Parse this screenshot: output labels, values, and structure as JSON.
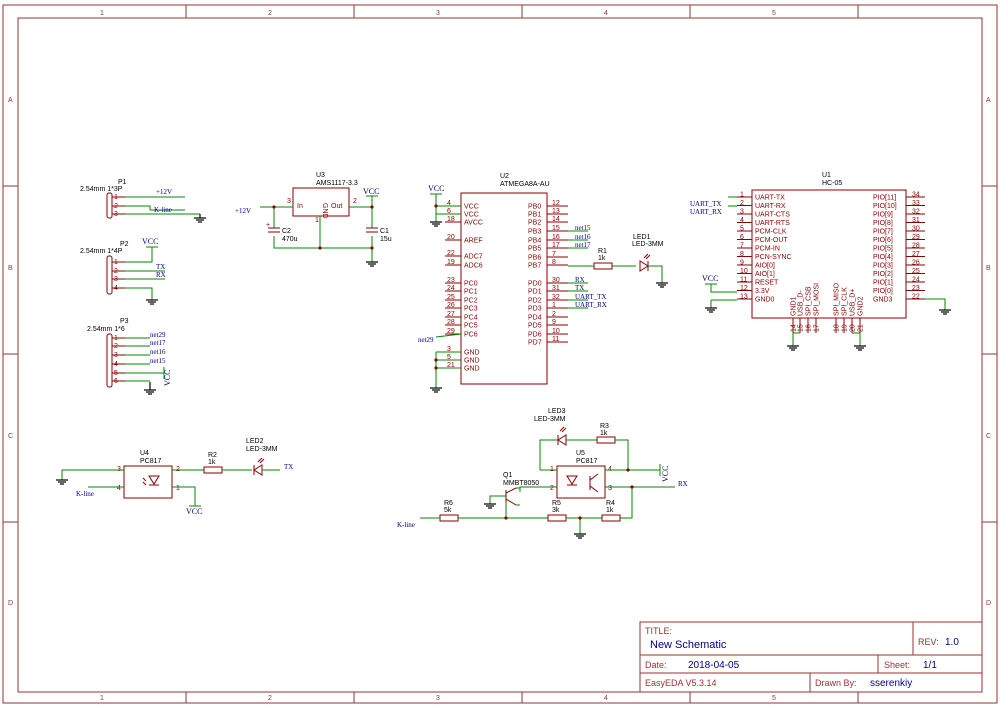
{
  "frame": {
    "columns": [
      "1",
      "2",
      "3",
      "4",
      "5"
    ],
    "rows": [
      "A",
      "B",
      "C",
      "D"
    ]
  },
  "title_block": {
    "title_label": "TITLE:",
    "title_value": "New Schematic",
    "rev_label": "REV:",
    "rev_value": "1.0",
    "date_label": "Date:",
    "date_value": "2018-04-05",
    "sheet_label": "Sheet:",
    "sheet_value": "1/1",
    "tool": "EasyEDA V5.3.14",
    "drawn_label": "Drawn By:",
    "drawn_value": "sserenkiy"
  },
  "colors": {
    "frame": "#993333",
    "wire": "#008800",
    "part": "#880000",
    "net": "#000080"
  },
  "p1": {
    "ref": "P1",
    "value": "2.54mm 1*3P",
    "pins": [
      "1",
      "2",
      "3"
    ],
    "nets": [
      "+12V",
      "K-line"
    ]
  },
  "p2": {
    "ref": "P2",
    "value": "2.54mm 1*4P",
    "pins": [
      "1",
      "2",
      "3",
      "4"
    ],
    "vcc": "VCC",
    "nets": [
      "TX",
      "RX"
    ]
  },
  "p3": {
    "ref": "P3",
    "value": "2.54mm 1*6",
    "pins": [
      "1",
      "2",
      "3",
      "4",
      "5",
      "6"
    ],
    "nets": [
      "net29",
      "net17",
      "net16",
      "net15"
    ],
    "vcc": "VCC"
  },
  "u3": {
    "ref": "U3",
    "value": "AMS1117-3.3",
    "in": "In",
    "gnd": "GND",
    "out": "Out",
    "pin_in": "3",
    "pin_gnd": "1",
    "pin_out": "2",
    "net_in": "+12V",
    "vcc": "VCC"
  },
  "c2": {
    "ref": "C2",
    "value": "470u",
    "plus": "+"
  },
  "c1": {
    "ref": "C1",
    "value": "15u"
  },
  "u2": {
    "ref": "U2",
    "value": "ATMEGA8A-AU",
    "vcc": "VCC",
    "net29": "net29",
    "left": [
      {
        "num": "4",
        "name": "VCC"
      },
      {
        "num": "6",
        "name": "VCC"
      },
      {
        "num": "18",
        "name": "AVCC"
      },
      {
        "num": "20",
        "name": "AREF"
      },
      {
        "num": "22",
        "name": "ADC7"
      },
      {
        "num": "19",
        "name": "ADC6"
      },
      {
        "num": "23",
        "name": "PC0"
      },
      {
        "num": "24",
        "name": "PC1"
      },
      {
        "num": "25",
        "name": "PC2"
      },
      {
        "num": "26",
        "name": "PC3"
      },
      {
        "num": "27",
        "name": "PC4"
      },
      {
        "num": "28",
        "name": "PC5"
      },
      {
        "num": "29",
        "name": "PC6"
      },
      {
        "num": "3",
        "name": "GND"
      },
      {
        "num": "5",
        "name": "GND"
      },
      {
        "num": "21",
        "name": "GND"
      }
    ],
    "right": [
      {
        "num": "12",
        "name": "PB0",
        "net": ""
      },
      {
        "num": "13",
        "name": "PB1",
        "net": ""
      },
      {
        "num": "14",
        "name": "PB2",
        "net": ""
      },
      {
        "num": "15",
        "name": "PB3",
        "net": "net15"
      },
      {
        "num": "16",
        "name": "PB4",
        "net": "net16"
      },
      {
        "num": "17",
        "name": "PB5",
        "net": "net17"
      },
      {
        "num": "7",
        "name": "PB6",
        "net": ""
      },
      {
        "num": "8",
        "name": "PB7",
        "net": ""
      },
      {
        "num": "30",
        "name": "PD0",
        "net": "RX"
      },
      {
        "num": "31",
        "name": "PD1",
        "net": "TX"
      },
      {
        "num": "32",
        "name": "PD2",
        "net": "UART_TX"
      },
      {
        "num": "1",
        "name": "PD3",
        "net": "UART_RX"
      },
      {
        "num": "2",
        "name": "PD4",
        "net": ""
      },
      {
        "num": "9",
        "name": "PD5",
        "net": ""
      },
      {
        "num": "10",
        "name": "PD6",
        "net": ""
      },
      {
        "num": "11",
        "name": "PD7",
        "net": ""
      }
    ]
  },
  "r1": {
    "ref": "R1",
    "value": "1k"
  },
  "led1": {
    "ref": "LED1",
    "value": "LED-3MM"
  },
  "u1": {
    "ref": "U1",
    "value": "HC-05",
    "vcc": "VCC",
    "left": [
      {
        "num": "1",
        "name": "UART-TX"
      },
      {
        "num": "2",
        "name": "UART-RX"
      },
      {
        "num": "3",
        "name": "UART-CTS"
      },
      {
        "num": "4",
        "name": "UART-RTS"
      },
      {
        "num": "5",
        "name": "PCM-CLK"
      },
      {
        "num": "6",
        "name": "PCM-OUT"
      },
      {
        "num": "7",
        "name": "PCM-IN"
      },
      {
        "num": "8",
        "name": "PCN-SYNC"
      },
      {
        "num": "9",
        "name": "AIO[0]"
      },
      {
        "num": "10",
        "name": "AIO[1]"
      },
      {
        "num": "11",
        "name": "RESET"
      },
      {
        "num": "12",
        "name": "3.3V"
      },
      {
        "num": "13",
        "name": "GND0"
      }
    ],
    "right": [
      {
        "num": "34",
        "name": "PIO[11]"
      },
      {
        "num": "33",
        "name": "PIO[10]"
      },
      {
        "num": "32",
        "name": "PIO[9]"
      },
      {
        "num": "31",
        "name": "PIO[8]"
      },
      {
        "num": "30",
        "name": "PIO[7]"
      },
      {
        "num": "29",
        "name": "PIO[6]"
      },
      {
        "num": "28",
        "name": "PIO[5]"
      },
      {
        "num": "27",
        "name": "PIO[4]"
      },
      {
        "num": "26",
        "name": "PIO[3]"
      },
      {
        "num": "25",
        "name": "PIO[2]"
      },
      {
        "num": "24",
        "name": "PIO[1]"
      },
      {
        "num": "23",
        "name": "PIO[0]"
      },
      {
        "num": "22",
        "name": "GND3"
      }
    ],
    "bottom": [
      {
        "num": "14",
        "name": "GND1"
      },
      {
        "num": "15",
        "name": "USB_D-"
      },
      {
        "num": "16",
        "name": "SPI_CSB"
      },
      {
        "num": "17",
        "name": "SPI_MOSI"
      },
      {
        "num": "18",
        "name": "SPI_MISO"
      },
      {
        "num": "19",
        "name": "SPI_CLK"
      },
      {
        "num": "20",
        "name": "USB_D+"
      },
      {
        "num": "21",
        "name": "GND2"
      }
    ],
    "nets": [
      "UART_TX",
      "UART_RX"
    ]
  },
  "u4": {
    "ref": "U4",
    "value": "PC817",
    "pins": [
      "3",
      "4",
      "2",
      "1"
    ],
    "net_k": "K-line",
    "vcc": "VCC"
  },
  "r2": {
    "ref": "R2",
    "value": "1k"
  },
  "led2": {
    "ref": "LED2",
    "value": "LED-3MM",
    "net": "TX"
  },
  "led3": {
    "ref": "LED3",
    "value": "LED-3MM"
  },
  "r3": {
    "ref": "R3",
    "value": "1k"
  },
  "u5": {
    "ref": "U5",
    "value": "PC817",
    "pins": [
      "1",
      "2",
      "4",
      "3"
    ],
    "vcc": "VCC",
    "net_rx": "RX"
  },
  "q1": {
    "ref": "Q1",
    "value": "MMBT8050"
  },
  "r6": {
    "ref": "R6",
    "value": "5k",
    "net": "K-line"
  },
  "r5": {
    "ref": "R5",
    "value": "3k"
  },
  "r4": {
    "ref": "R4",
    "value": "1k"
  }
}
